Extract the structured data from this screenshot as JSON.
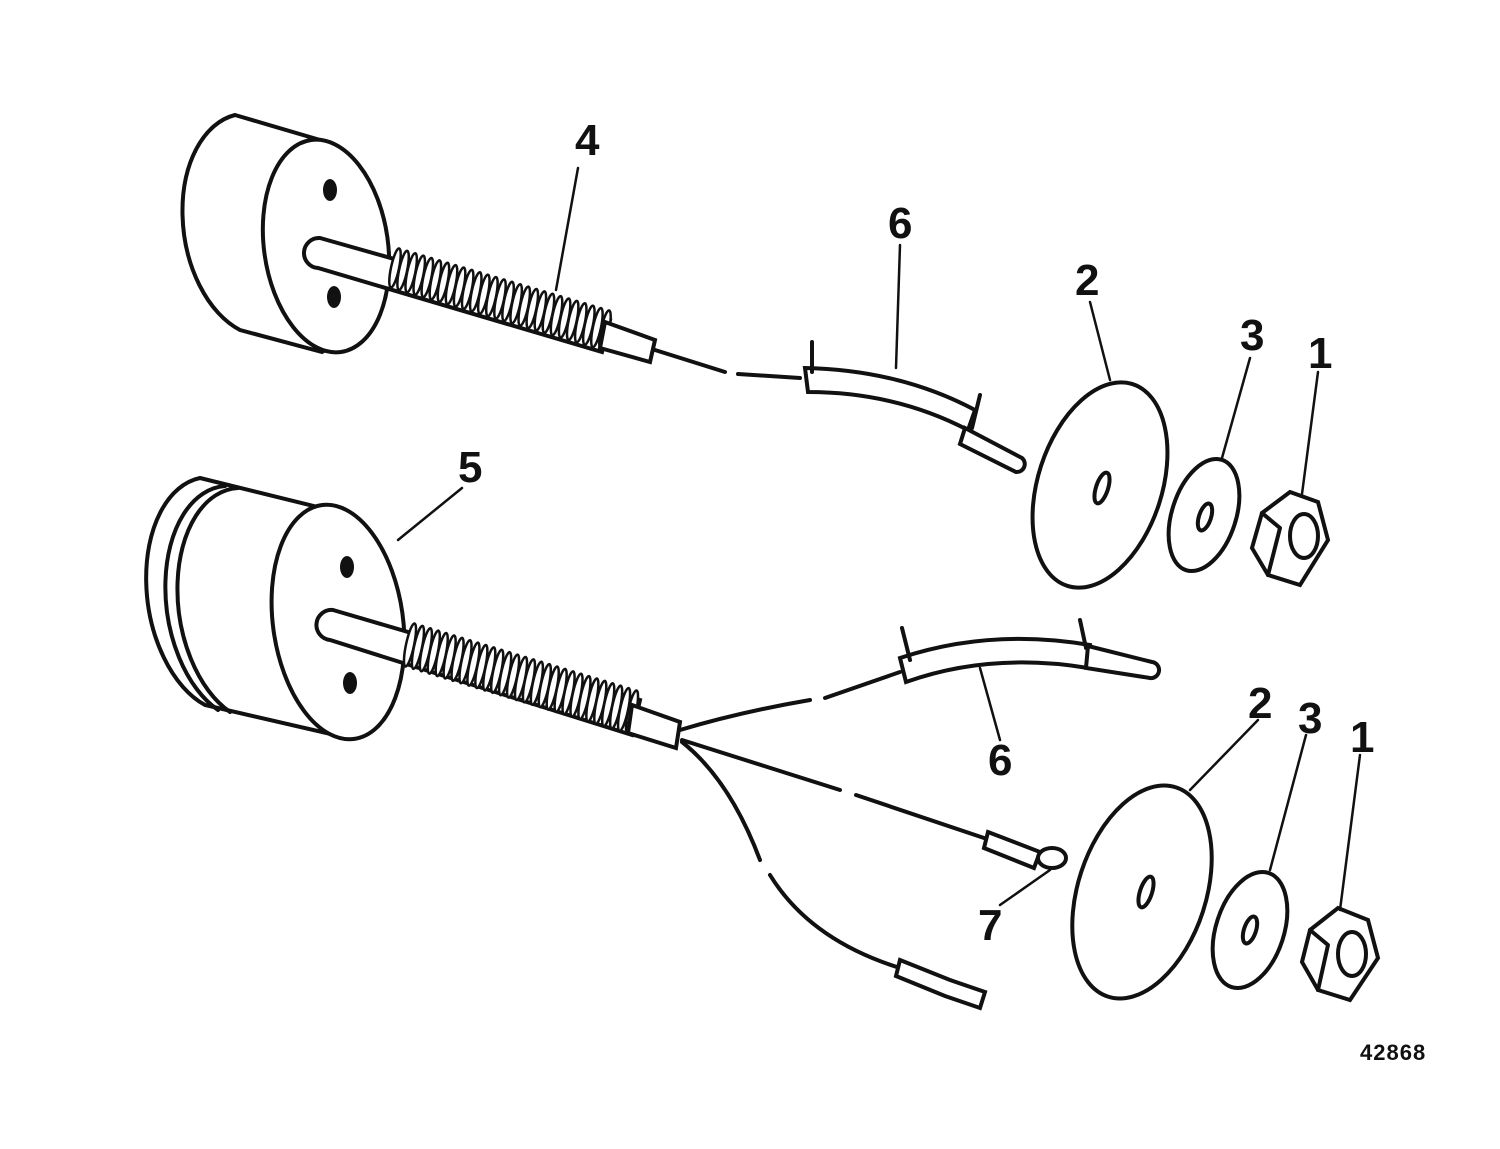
{
  "diagram": {
    "figure_number": "42868",
    "callouts": {
      "upper_assembly": "4",
      "upper_lead": "6",
      "upper_washer_large": "2",
      "upper_washer_small": "3",
      "upper_nut": "1",
      "lower_assembly": "5",
      "lower_lead": "6",
      "lower_terminal": "7",
      "lower_washer_large": "2",
      "lower_washer_small": "3",
      "lower_nut": "1"
    }
  }
}
